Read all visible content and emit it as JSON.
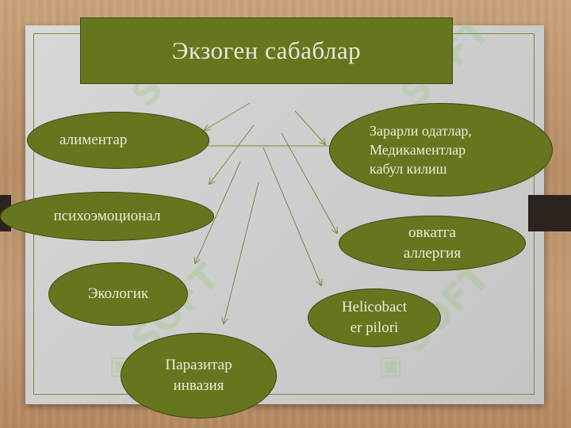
{
  "diagram": {
    "title": "Экзоген сабаблар",
    "nodes": [
      {
        "id": "alimentar",
        "label": "алиментар"
      },
      {
        "id": "harmful",
        "label": "Зарарли одатлар,\nМедикаментлар\nкабул килиш"
      },
      {
        "id": "psycho",
        "label": "психоэмоционал"
      },
      {
        "id": "allergy",
        "label": "овкатга\nаллергия"
      },
      {
        "id": "ecologic",
        "label": "Экологик"
      },
      {
        "id": "helico",
        "label": "Helicobact\ner pilori"
      },
      {
        "id": "parasite",
        "label": "Паразитар\nинвазия"
      }
    ],
    "colors": {
      "node_fill": "#66761f",
      "node_text": "#ecebd8",
      "arrow": "#7c8a3e",
      "board": "#d3d3d3"
    },
    "watermark_text": "SOFT"
  }
}
